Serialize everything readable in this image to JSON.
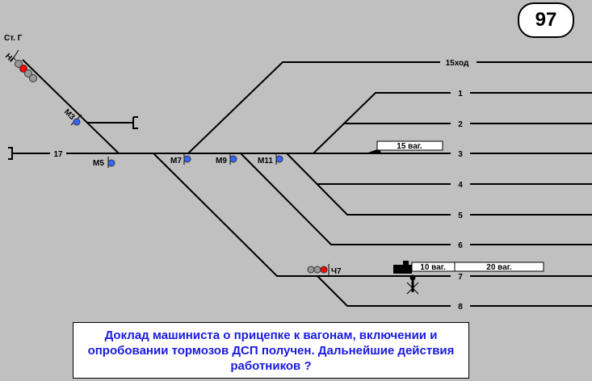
{
  "task_number": "97",
  "station": "Ст. Г",
  "signals": {
    "ng": "НГ",
    "m3": "М3",
    "m5": "М5",
    "m7": "М7",
    "m9": "М9",
    "m11": "М11",
    "ch7": "Ч7"
  },
  "tracks": {
    "t17": "17",
    "t15": "15ход",
    "t1": "1",
    "t2": "2",
    "t3": "3",
    "t4": "4",
    "t5": "5",
    "t6": "6",
    "t7": "7",
    "t8": "8"
  },
  "wagons": {
    "track3": "15 ваг.",
    "track7_a": "10 ваг.",
    "track7_b": "20 ваг."
  },
  "message": "Доклад машиниста о прицепке к вагонам, включении и опробовании тормозов ДСП получен. Дальнейшие действия работников ?",
  "colors": {
    "signal_red": "#ff0000",
    "signal_blue": "#3366ff",
    "signal_gray": "#999999",
    "text_blue": "#1a1ae0"
  }
}
